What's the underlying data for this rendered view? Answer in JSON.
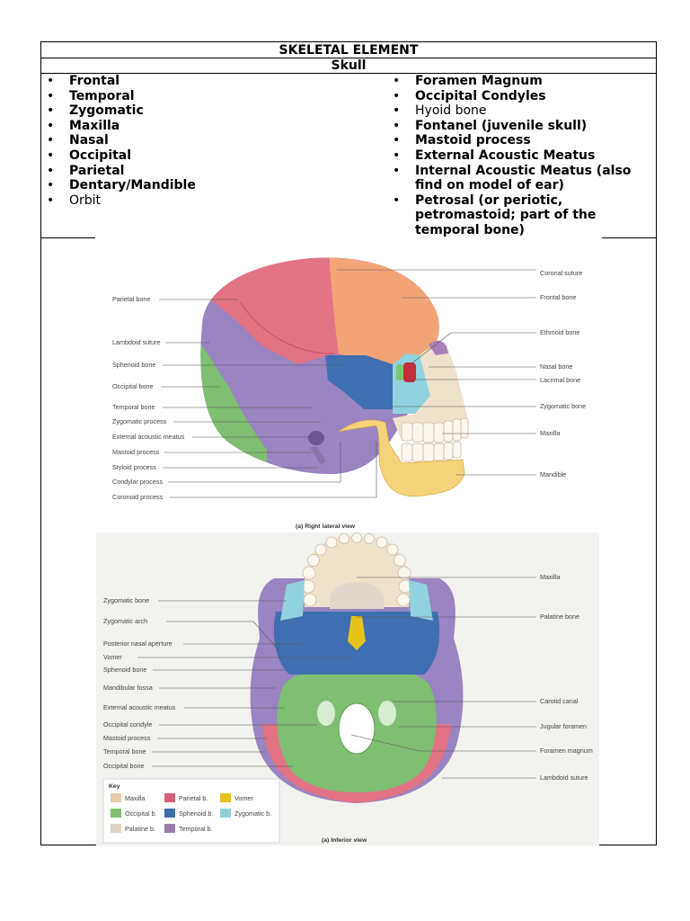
{
  "table": {
    "title": "SKELETAL ELEMENT",
    "subtitle": "Skull",
    "left_items": [
      {
        "text": "Frontal",
        "bold": true
      },
      {
        "text": "Temporal",
        "bold": true
      },
      {
        "text": "Zygomatic",
        "bold": true
      },
      {
        "text": "Maxilla",
        "bold": true
      },
      {
        "text": "Nasal",
        "bold": true
      },
      {
        "text": "Occipital",
        "bold": true
      },
      {
        "text": "Parietal",
        "bold": true
      },
      {
        "text": "Dentary/Mandible",
        "bold": true
      },
      {
        "text": "Orbit",
        "bold": false
      }
    ],
    "right_items": [
      {
        "text": "Foramen Magnum",
        "bold": true
      },
      {
        "text": "Occipital Condyles",
        "bold": true
      },
      {
        "text": "Hyoid bone",
        "bold": false
      },
      {
        "text": "Fontanel (juvenile skull)",
        "bold": true
      },
      {
        "text": "Mastoid process",
        "bold": true
      },
      {
        "text": "External Acoustic Meatus",
        "bold": true
      },
      {
        "text": "Internal Acoustic Meatus (also find on model of ear)",
        "bold": true
      },
      {
        "text": "Petrosal (or periotic, petromastoid; part of the temporal bone)",
        "bold": true
      }
    ]
  },
  "lateral": {
    "caption": "(a) Right lateral view",
    "left_labels": [
      "Parietal bone",
      "Lambdoid suture",
      "Sphenoid bone",
      "Occipital bone",
      "Temporal bone",
      "Zygomatic process",
      "External acoustic meatus",
      "Mastoid process",
      "Styloid process",
      "Condylar process",
      "Coronoid process"
    ],
    "right_labels": [
      "Coronal suture",
      "Frontal bone",
      "Ethmoid bone",
      "Nasal bone",
      "Lacrimal bone",
      "Zygomatic bone",
      "Maxilla",
      "Mandible"
    ]
  },
  "inferior": {
    "caption": "(a) Inferior view",
    "left_labels": [
      "Zygomatic bone",
      "Zygomatic arch",
      "Posterior nasal aperture",
      "Vomer",
      "Sphenoid bone",
      "Mandibular fossa",
      "External acoustic meatus",
      "Occipital condyle",
      "Mastoid process",
      "Temporal bone",
      "Occipital bone"
    ],
    "right_labels": [
      "Maxilla",
      "Palatine bone",
      "Carotid canal",
      "Jugular foramen",
      "Foramen magnum",
      "Lambdoid suture"
    ]
  },
  "key": {
    "title": "Key",
    "items": [
      {
        "label": "Maxilla",
        "color": "#e8c9a8"
      },
      {
        "label": "Parietal b.",
        "color": "#d85f78"
      },
      {
        "label": "Vomer",
        "color": "#e6c21a"
      },
      {
        "label": "Occipital b.",
        "color": "#7fbf72"
      },
      {
        "label": "Sphenoid b.",
        "color": "#3f6fa8"
      },
      {
        "label": "Zygomatic b.",
        "color": "#8fd0dc"
      },
      {
        "label": "Palatine b.",
        "color": "#ddd0c6"
      },
      {
        "label": "Temporal b.",
        "color": "#9a7db0"
      }
    ]
  },
  "colors": {
    "frontal": "#f3a477",
    "parietal": "#e27486",
    "occipital": "#7fbf72",
    "temporal": "#9a84c2",
    "sphenoid": "#3f6fb0",
    "zygomatic": "#92d2e0",
    "maxilla": "#efe2cc",
    "mandible": "#f5d37a",
    "nasal": "#a97fb8",
    "lacrimal": "#c2303a",
    "ethmoid": "#7cc96a",
    "vomer": "#e6c21a",
    "palatine": "#e2d7cd"
  }
}
